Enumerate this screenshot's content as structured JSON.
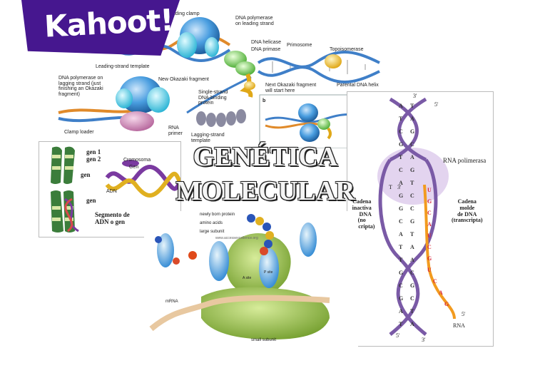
{
  "logo": {
    "text": "Kahoot!"
  },
  "title": {
    "line1": "GENÉTICA",
    "line2": "MOLECULAR"
  },
  "replication": {
    "labels": {
      "sliding_clamp": "Sliding clamp",
      "pol_leading": "DNA polymerase\non leading strand",
      "leading_template": "Leading-strand template",
      "helicase": "DNA helicase",
      "primase": "DNA primase",
      "primosome": "Primosome",
      "topoisomerase": "Topoisomerase",
      "pol_lagging": "DNA polymerase on\nlagging strand (just\nfinishing an Okazaki\nfragment)",
      "new_okazaki": "New Okazaki fragment",
      "single_strand": "Single-strand\nDNA-binding\nprotein",
      "next_okazaki": "Next Okazaki fragment\nwill start here",
      "parental_helix": "Parental DNA helix",
      "clamp_loader": "Clamp loader",
      "rna_primer": "RNA\nprimer",
      "lagging_template": "Lagging-strand\ntemplate",
      "inset_b": "b"
    }
  },
  "chromosome": {
    "labels": {
      "gen1": "gen 1",
      "gen2": "gen 2",
      "gen_a": "gen",
      "gen_b": "gen",
      "segment": "Segmento de\nADN o gen",
      "cromosoma": "Cromosoma",
      "gen_c": "Gen",
      "adn": "ADN"
    }
  },
  "transcription": {
    "labels": {
      "three_prime_top": "3'",
      "five_prime_top": "5'",
      "rna_polymerase": "RNA polimerasa",
      "inactive_strand": "Cadena\ninactiva\nde DNA\n(no\ntrascripta)",
      "template_strand": "Cadena\nmolde\nde DNA\n(transcripta)",
      "five_prime_bottom": "5'",
      "three_prime_bottom": "3'",
      "five_prime_rna": "5'",
      "rna": "RNA",
      "t3": "T",
      "three_rna": "3'"
    },
    "left_bases": [
      "A",
      "T",
      "C",
      "G",
      "T",
      "C",
      "A",
      "G",
      "G",
      "C",
      "A",
      "T",
      "T",
      "G",
      "C",
      "G",
      "A",
      "T"
    ],
    "right_bases": [
      "T",
      "A",
      "G",
      "C",
      "A",
      "G",
      "T",
      "C",
      "C",
      "G",
      "T",
      "A",
      "A",
      "C",
      "G",
      "C",
      "T",
      "A"
    ],
    "rna_bases": [
      "U",
      "G",
      "C",
      "A",
      "U",
      "C",
      "G",
      "U",
      "C",
      "A",
      "G"
    ]
  },
  "ribosome": {
    "labels": {
      "newly_born_protein": "newly born protein",
      "amino_acids": "amino acids",
      "large_subunit": "large subunit",
      "mrna": "mRNA",
      "small_subunit": "small subunit",
      "a_site": "A site",
      "p_site": "P site",
      "url": "www.accessexcellence.org"
    }
  },
  "colors": {
    "kahoot_purple": "#46178f",
    "protein_blue": "#3a8fd6",
    "ribosome_green": "#8fb83a",
    "rna_orange": "#f29b1f",
    "helix_purple": "#7a5aa6"
  }
}
